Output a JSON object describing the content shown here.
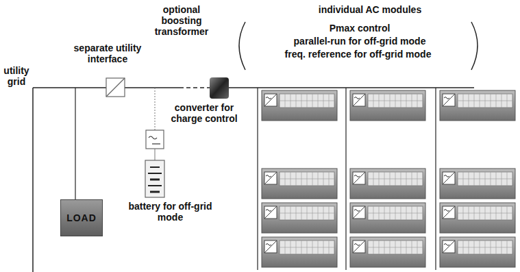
{
  "diagram": {
    "nodes": [
      {
        "text": [
          "LOAD"
        ]
      }
    ],
    "labels": [
      "utility grid",
      "separate utility interface",
      "optional boosting transformer",
      "individual AC modules",
      "Pmax control",
      "parallel-run for off-grid mode",
      "freq. reference for off-grid mode",
      "converter for charge control",
      "battery for off-grid mode"
    ]
  }
}
